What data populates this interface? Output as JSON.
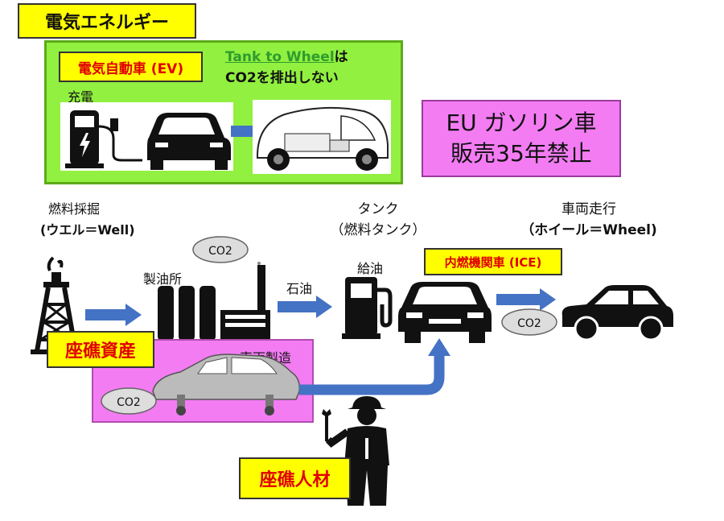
{
  "electric_energy_label": "電気エネルギー",
  "ev_label": "電気自動車 (EV)",
  "charge_label": "充電",
  "tank_to_wheel_line1": "Tank to Wheel",
  "tank_to_wheel_line1_suffix": "は",
  "tank_to_wheel_line2": "CO2を排出しない",
  "eu_ban_line1": "EU ガソリン車",
  "eu_ban_line2": "販売35年禁止",
  "stage_mining_line1": "燃料採掘",
  "stage_mining_line2": "(ウエル＝Well)",
  "stage_tank_line1": "タンク",
  "stage_tank_line2": "（燃料タンク）",
  "stage_wheel_line1": "車両走行",
  "stage_wheel_line2": "（ホイール＝Wheel)",
  "refinery_label": "製油所",
  "oil_label": "石油",
  "refuel_label": "給油",
  "ice_label": "内燃機関車 (ICE)",
  "fossil_assets_label": "座礁資産",
  "vehicle_manufacturing_label": "車両製造",
  "fossil_talent_label": "座礁人材",
  "co2_labels": [
    "CO2",
    "CO2",
    "CO2"
  ],
  "colors": {
    "yellow": "#ffff00",
    "green_panel": "#92f040",
    "pink_panel": "#f37cf3",
    "arrow_blue": "#4472c4",
    "red_text": "#e00000",
    "link_green": "#2e9c2e"
  }
}
